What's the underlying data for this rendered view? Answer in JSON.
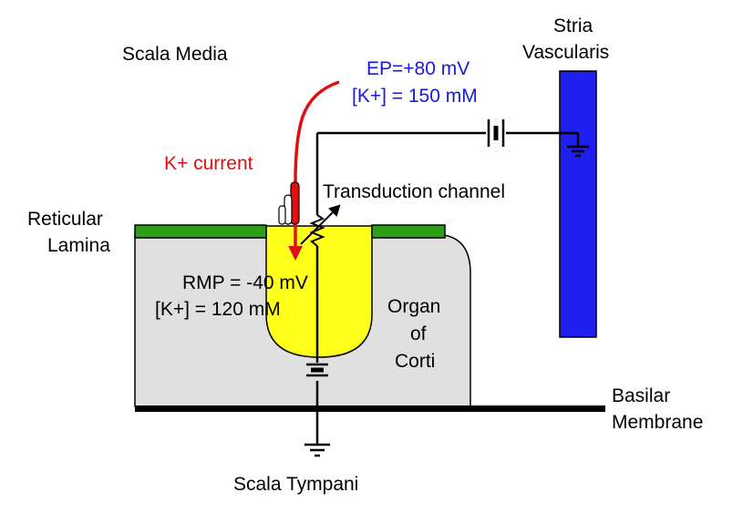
{
  "labels": {
    "scala_media": "Scala Media",
    "stria_line1": "Stria",
    "stria_line2": "Vascularis",
    "ep_line1": "EP=+80 mV",
    "ep_line2": "[K+] = 150 mM",
    "k_current": "K+ current",
    "transduction_channel": "Transduction channel",
    "reticular_line1": "Reticular",
    "reticular_line2": "Lamina",
    "rmp_line1": "RMP = -40 mV",
    "rmp_line2": "[K+] = 120 mM",
    "organ_line1": "Organ",
    "organ_line2": "of",
    "organ_line3": "Corti",
    "basilar_line1": "Basilar",
    "basilar_line2": "Membrane",
    "scala_tympani": "Scala Tympani"
  },
  "colors": {
    "stria": "#1f1ff0",
    "hair_cell": "#ffff1a",
    "reticular_lamina": "#2e9e1a",
    "organ_of_corti": "#e0e0e0",
    "k_current": "#e01010",
    "ep_text": "#1a1ad6",
    "wire": "#000000"
  }
}
